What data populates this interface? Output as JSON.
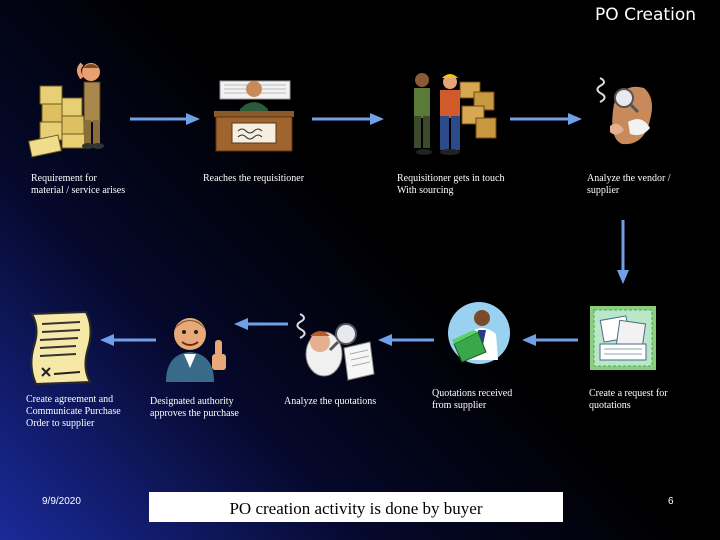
{
  "title": "PO Creation",
  "steps": [
    {
      "caption": "Requirement for\nmaterial / service arises",
      "icon": "warehouse-worker-icon"
    },
    {
      "caption": "Reaches the requisitioner",
      "icon": "desk-worker-icon"
    },
    {
      "caption": "Requisitioner gets in touch\nWith sourcing",
      "icon": "workers-meeting-icon"
    },
    {
      "caption": "Analyze the vendor /\nsupplier",
      "icon": "magnifier-inspector-icon"
    },
    {
      "caption": "Create a request for\nquotations",
      "icon": "request-document-icon"
    },
    {
      "caption": "Quotations received\nfrom supplier",
      "icon": "person-with-folder-icon"
    },
    {
      "caption": "Analyze the quotations",
      "icon": "magnifier-reading-icon"
    },
    {
      "caption": "Designated authority\napproves the purchase",
      "icon": "thumbs-up-man-icon"
    },
    {
      "caption": "Create agreement and\nCommunicate Purchase\n Order to supplier",
      "icon": "scroll-document-icon"
    }
  ],
  "footer": {
    "date": "9/9/2020",
    "note": "PO creation activity is done by buyer",
    "page": "6"
  },
  "colors": {
    "background": "#000000",
    "gradient_corner": "#1a2a9a",
    "arrow": "#6fa0e8",
    "text": "#ffffff"
  }
}
